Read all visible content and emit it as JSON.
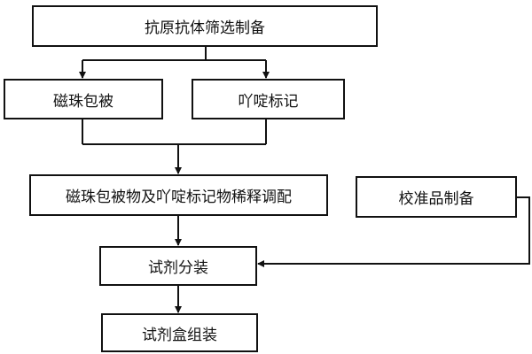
{
  "diagram": {
    "nodes": [
      {
        "id": "antigen_antibody",
        "label": "抗原抗体筛选制备"
      },
      {
        "id": "magnetic_coating",
        "label": "磁珠包被"
      },
      {
        "id": "acridine_label",
        "label": "吖啶标记"
      },
      {
        "id": "dilution",
        "label": "磁珠包被物及吖啶标记物稀释调配"
      },
      {
        "id": "calibrator",
        "label": "校准品制备"
      },
      {
        "id": "packaging",
        "label": "试剂分装"
      },
      {
        "id": "kit_assembly",
        "label": "试剂盒组装"
      }
    ],
    "edges": [
      {
        "from": "antigen_antibody",
        "to": "magnetic_coating"
      },
      {
        "from": "antigen_antibody",
        "to": "acridine_label"
      },
      {
        "from": "magnetic_coating",
        "to": "dilution"
      },
      {
        "from": "acridine_label",
        "to": "dilution"
      },
      {
        "from": "dilution",
        "to": "packaging"
      },
      {
        "from": "calibrator",
        "to": "packaging"
      },
      {
        "from": "packaging",
        "to": "kit_assembly"
      }
    ]
  }
}
